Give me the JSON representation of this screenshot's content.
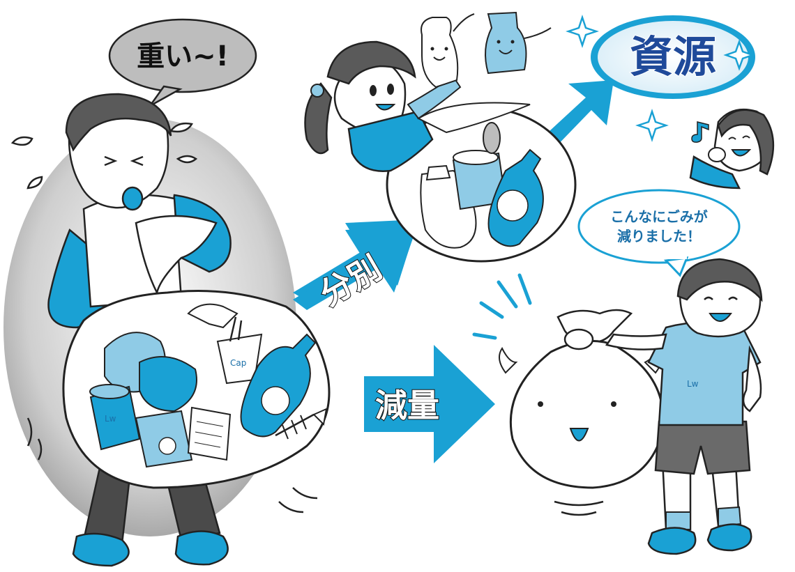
{
  "bubbles": {
    "heavy": "重い~!",
    "reduced_line1": "こんなにごみが",
    "reduced_line2": "減りました！"
  },
  "arrows": {
    "sort": "分別",
    "reduce": "減量"
  },
  "resource": "資源",
  "logos": {
    "cup": "Cap",
    "can": "Lw",
    "tshirt": "Lw"
  },
  "colors": {
    "accent_blue": "#1aa1d4",
    "light_blue": "#8fcbe6",
    "gray": "#9a9a9a",
    "dark": "#222222"
  }
}
